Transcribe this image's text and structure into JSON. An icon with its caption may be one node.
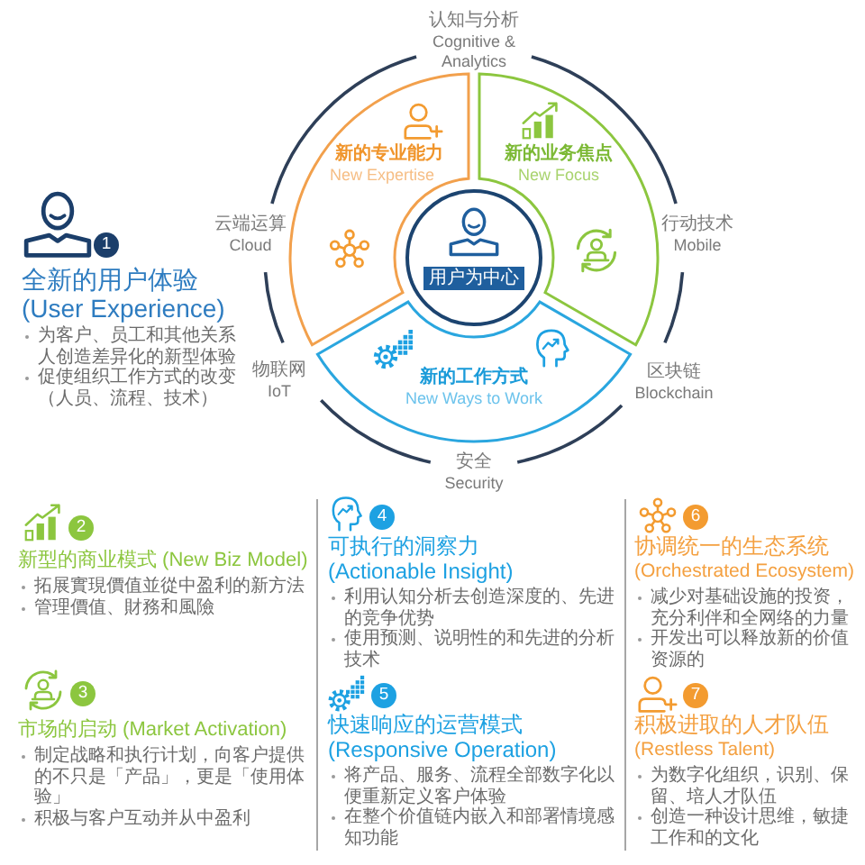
{
  "diagram": {
    "nodes": [
      {
        "text": [
          "新的专业能力",
          "New Expertise"
        ]
      },
      {
        "text": [
          "新的业务焦点",
          "New Focus"
        ]
      },
      {
        "text": [],
        "shape": "circle"
      },
      {
        "text": [
          "用户为中心"
        ],
        "in": 2
      },
      {
        "text": [
          "新的工作方式",
          "New Ways to Work"
        ]
      },
      {
        "text": [
          "1"
        ],
        "beside": [
          "全新的用户体验",
          "(User Experience)",
          "为客户、员工和其他关系人创造差异化的新型体验",
          "促使组织工作方式的改变（人员、流程、技术）"
        ]
      },
      {
        "text": [
          "2"
        ],
        "beside": [
          "新型的商业模式 (New Biz Model)",
          "拓展實現價值並從中盈利的新方法",
          "管理價值、財務和風險"
        ]
      },
      {
        "text": [
          "3"
        ],
        "beside": [
          "市场的启动 (Market Activation)",
          "制定战略和执行计划，向客户提供的不只是「产品」，更是「使用体验」",
          "积极与客户互动并从中盈利"
        ]
      },
      {
        "text": [
          "4"
        ],
        "beside": [
          "可执行的洞察力",
          "(Actionable Insight)",
          "利用认知分析去创造深度的、先进的竞争优势",
          "使用预测、说明性的和先进的分析技术"
        ]
      },
      {
        "text": [
          "5"
        ],
        "beside": [
          "快速响应的运营模式",
          "(Responsive Operation)",
          "将产品、服务、流程全部数字化以便重新定义客户体验",
          "在整个价值链内嵌入和部署情境感知功能"
        ]
      },
      {
        "text": [
          "6"
        ],
        "beside": [
          "协调统一的生态系统",
          "(Orchestrated Ecosystem)",
          "减少对基础设施的投资，充分利伴和全网络的力量",
          "开发出可以释放新的价值资源的"
        ]
      },
      {
        "text": [
          "7"
        ],
        "beside": [
          "积极进取的人才队伍",
          "(Restless Talent)",
          "为数字化组织，识别、保留、培人才队伍",
          "创造一种设计思维，敏捷工作和的文化"
        ]
      }
    ],
    "labels": [
      "认知与分析",
      "Cognitive & Analytics",
      "云端运算",
      "Cloud",
      "行动技术",
      "Mobile",
      "物联网",
      "IoT",
      "区块链",
      "Blockchain",
      "安全",
      "Security"
    ]
  }
}
